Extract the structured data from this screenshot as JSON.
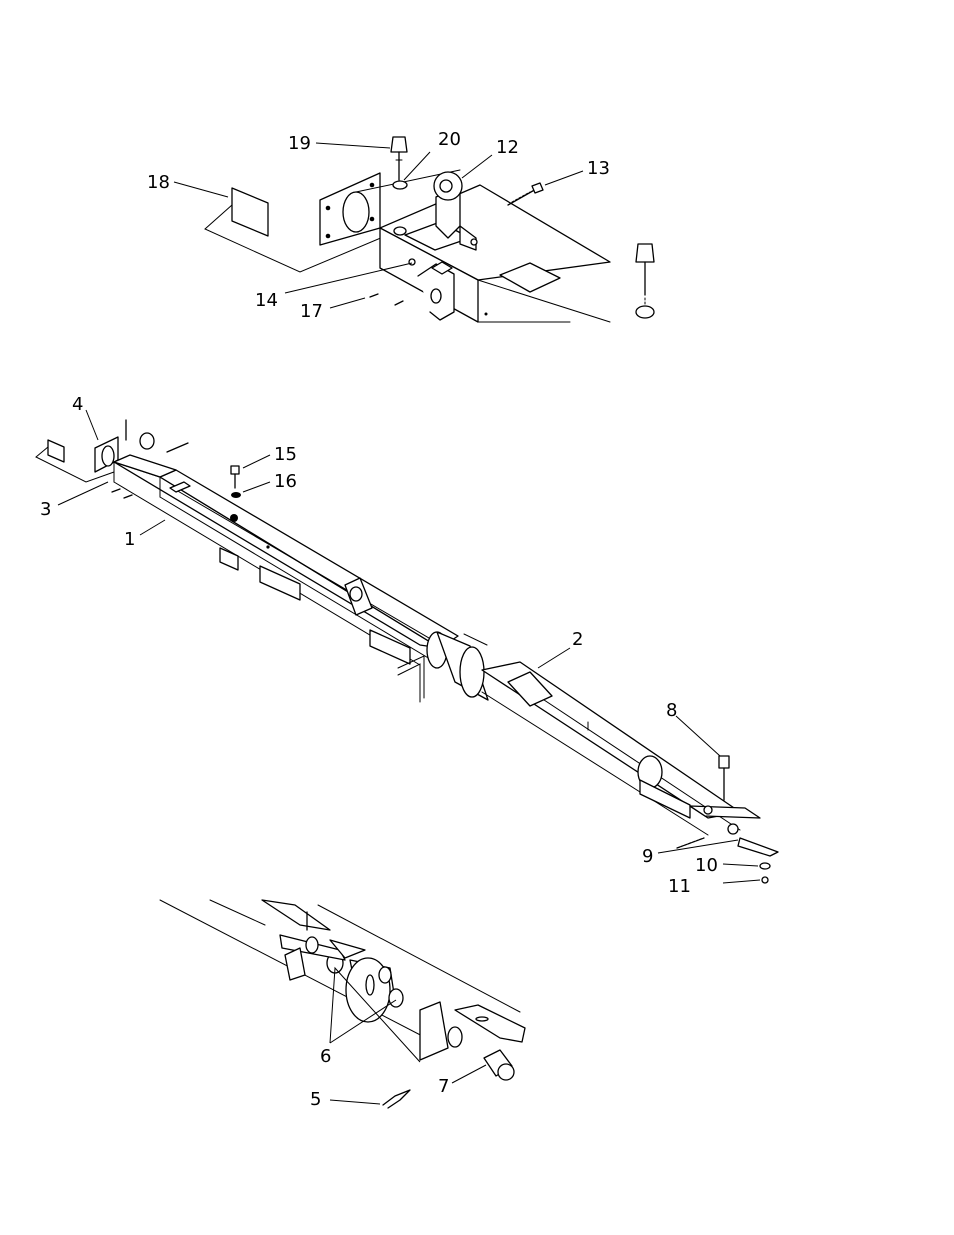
{
  "diagram": {
    "line_color": "#000000",
    "background": "#ffffff",
    "callouts": {
      "c1": "1",
      "c2": "2",
      "c3": "3",
      "c4": "4",
      "c5": "5",
      "c6": "6",
      "c7": "7",
      "c8": "8",
      "c9": "9",
      "c10": "10",
      "c11": "11",
      "c12": "12",
      "c13": "13",
      "c14": "14",
      "c15": "15",
      "c16": "16",
      "c17": "17",
      "c18": "18",
      "c19": "19",
      "c20": "20"
    }
  }
}
